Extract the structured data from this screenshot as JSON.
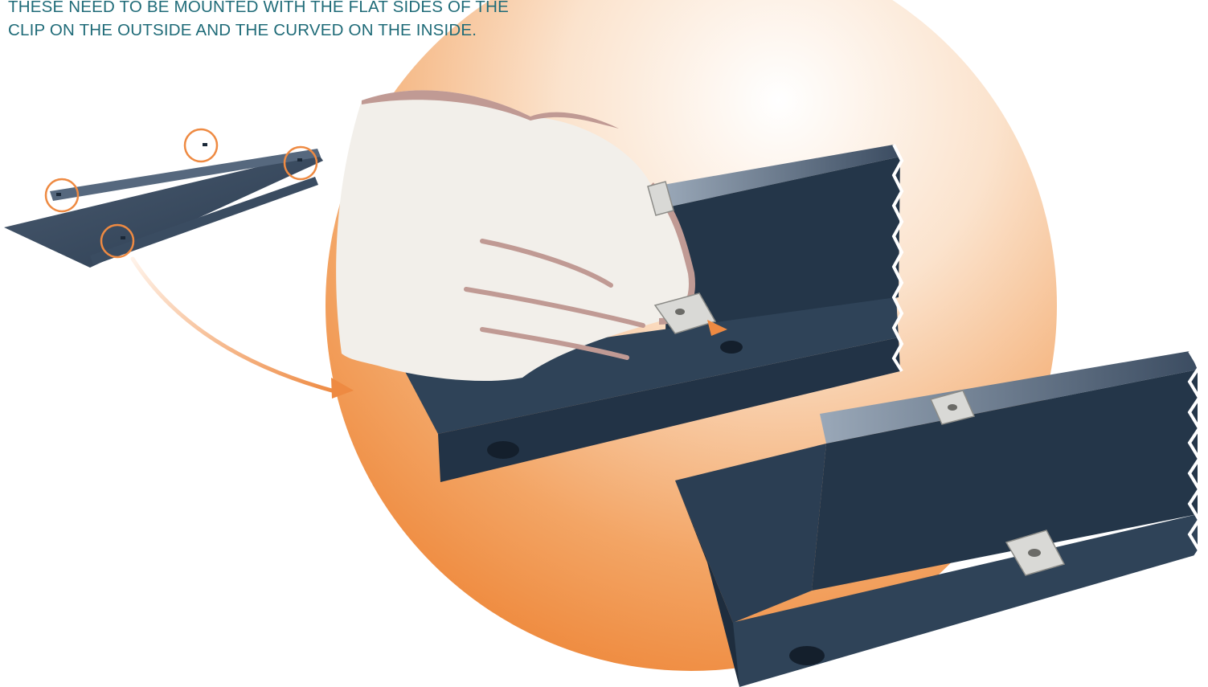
{
  "instructions": {
    "line1": "THESE NEED TO BE MOUNTED  WITH THE FLAT SIDES OF THE",
    "line2": "CLIP ON THE OUTSIDE AND THE CURVED ON THE INSIDE."
  },
  "figure": {
    "highlight_circles_count": 4,
    "colors": {
      "text": "#1f6b78",
      "accent": "#ee8a42",
      "panel": "#243649",
      "glove": "#f2efea",
      "glove_shadow": "#c09a94",
      "clip": "#d9d9d6"
    }
  }
}
